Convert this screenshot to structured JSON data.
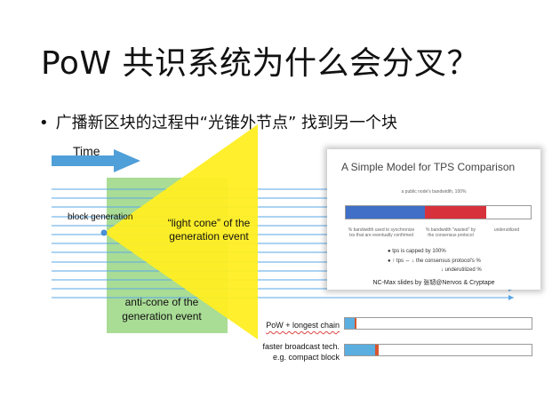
{
  "slide": {
    "title": "PoW  共识系统为什么会分叉？",
    "bullet": "广播新区块的过程中“光锥外节点” 找到另一个块",
    "bullet_marker": "•"
  },
  "diagram": {
    "time_label": "Time",
    "block_generation_label": "block generation",
    "light_cone_label": "“light cone” of the generation event",
    "anti_cone_label": "anti-cone of the generation event",
    "colors": {
      "light_cone": "#ffee22",
      "anti_cone": "#a9dc95",
      "time_arrow": "#4f9fd8",
      "timelines": "#5aa7e6"
    }
  },
  "panel": {
    "title": "A Simple Model for TPS Comparison",
    "bar_caption": "a public node's bandwidth, 100%",
    "bar_segments": [
      {
        "fraction": 0.43,
        "color": "#3f6fc7"
      },
      {
        "fraction": 0.33,
        "color": "#d7323c"
      },
      {
        "fraction": 0.24,
        "color": "#ffffff"
      }
    ],
    "note_sync": "% bandwidth used to synchronize txs that are eventually confirmed",
    "note_wasted": "% bandwidth \"wasted\" by the consensus protocol",
    "note_underutilized": "underutilized",
    "point_1": "● tps is capped by 100%",
    "point_2": "● ↑ tps ⇔   ↓ the consensus protocol's %",
    "point_3": "↓ underutilized %",
    "footer": "NC-Max slides by 张韧@Nervos & Cryptape"
  },
  "bottom_rows": [
    {
      "label": "PoW + longest chain",
      "blue": 0.05,
      "red": 0.01
    },
    {
      "label": "faster broadcast tech.\ne.g. compact block",
      "blue": 0.16,
      "red": 0.02
    }
  ]
}
